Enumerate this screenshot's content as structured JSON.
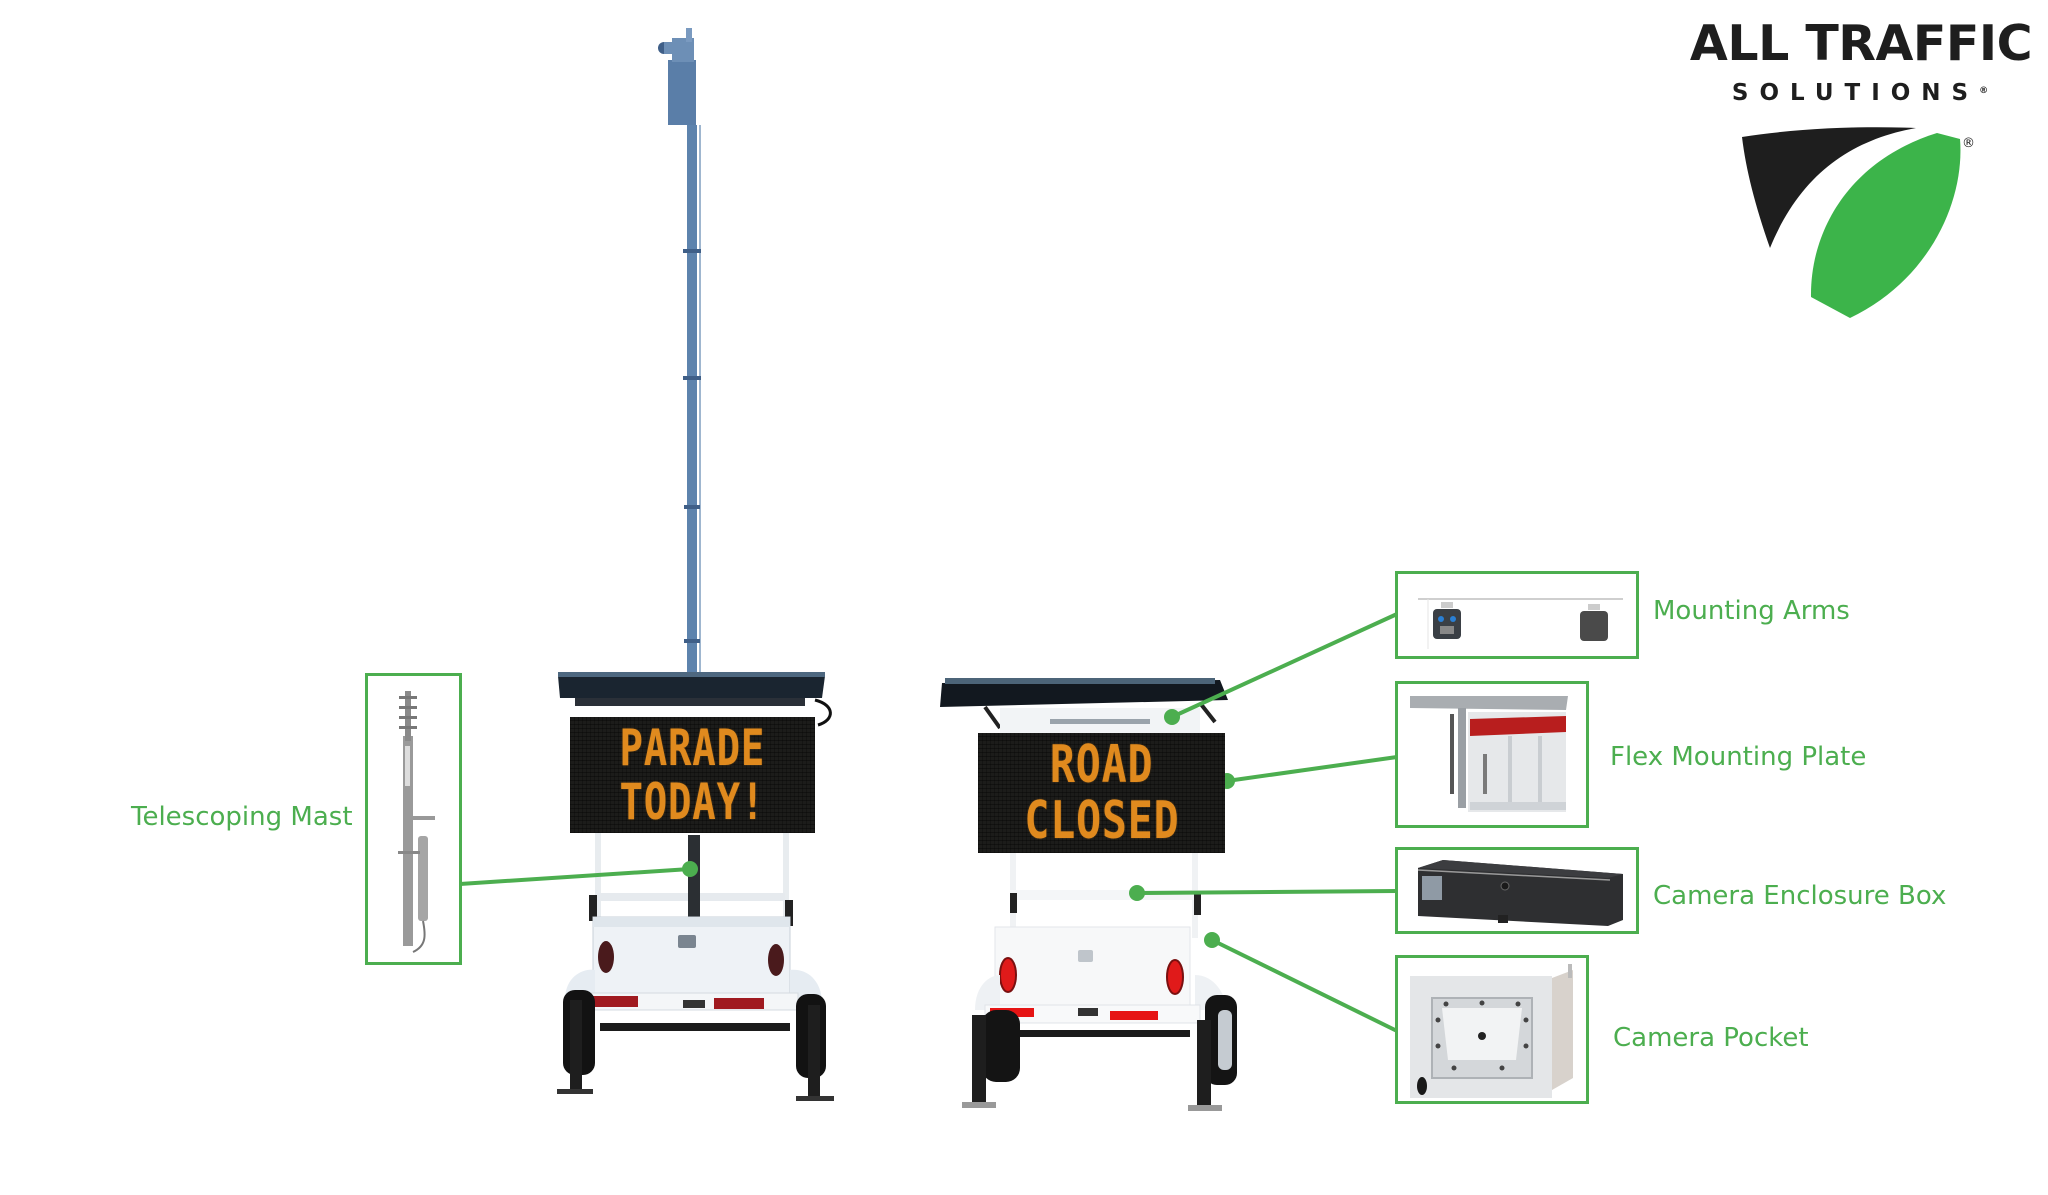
{
  "brand": {
    "name_line1": "ALL TRAFFIC",
    "name_line2": "SOLUTIONS",
    "registered_mark": "®",
    "colors": {
      "dark": "#1e1e1e",
      "green": "#3cb44a"
    }
  },
  "trailers": [
    {
      "id": "mast-trailer",
      "sign_lines": [
        "PARADE",
        "TODAY!"
      ],
      "features": [
        "telescoping mast",
        "pole camera",
        "solar panel",
        "message board"
      ]
    },
    {
      "id": "message-trailer",
      "sign_lines": [
        "ROAD",
        "CLOSED"
      ],
      "features": [
        "solar panel",
        "message board"
      ]
    }
  ],
  "callouts": [
    {
      "label": "Telescoping Mast",
      "target": "mast-trailer",
      "image": "telescoping-mast-photo"
    },
    {
      "label": "Mounting Arms",
      "target": "message-trailer",
      "image": "mounting-arms-photo"
    },
    {
      "label": "Flex Mounting Plate",
      "target": "message-trailer",
      "image": "flex-mounting-plate-photo"
    },
    {
      "label": "Camera Enclosure Box",
      "target": "message-trailer",
      "image": "camera-enclosure-box-photo"
    },
    {
      "label": "Camera Pocket",
      "target": "message-trailer",
      "image": "camera-pocket-photo"
    }
  ],
  "colors": {
    "callout_green": "#4cae4f",
    "led_amber": "#e08a1e",
    "sign_background": "#1c1c1a",
    "trailer_white": "#f2f4f6",
    "reflector_red": "#e01010"
  }
}
